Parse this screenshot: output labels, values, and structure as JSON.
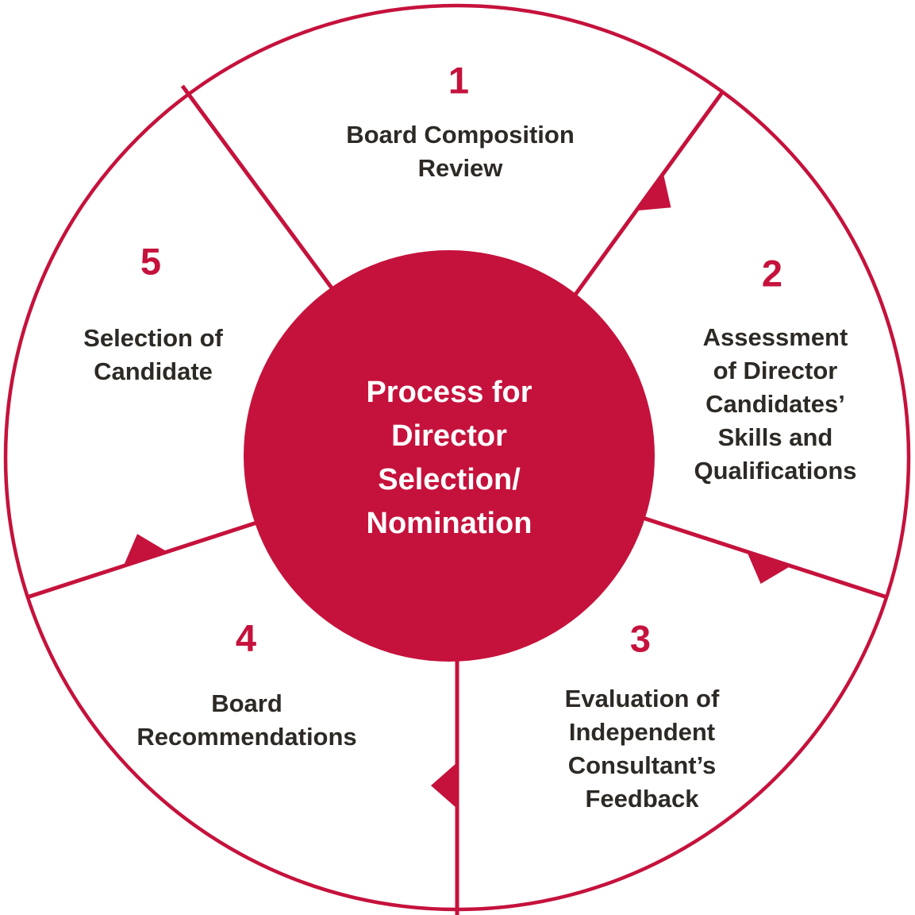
{
  "colors": {
    "accent": "#C5123C",
    "ink": "#2D2A26",
    "background": "#FFFFFF",
    "center_text": "#FFFFFF"
  },
  "center": {
    "lines": [
      "Process for",
      "Director",
      "Selection/",
      "Nomination"
    ]
  },
  "segments": [
    {
      "number": "1",
      "lines": [
        "Board Composition",
        "Review"
      ]
    },
    {
      "number": "2",
      "lines": [
        "Assessment",
        "of Director",
        "Candidates’",
        "Skills and",
        "Qualifications"
      ]
    },
    {
      "number": "3",
      "lines": [
        "Evaluation of",
        "Independent",
        "Consultant’s",
        "Feedback"
      ]
    },
    {
      "number": "4",
      "lines": [
        "Board",
        "Recommendations"
      ]
    },
    {
      "number": "5",
      "lines": [
        "Selection of",
        "Candidate"
      ]
    }
  ]
}
